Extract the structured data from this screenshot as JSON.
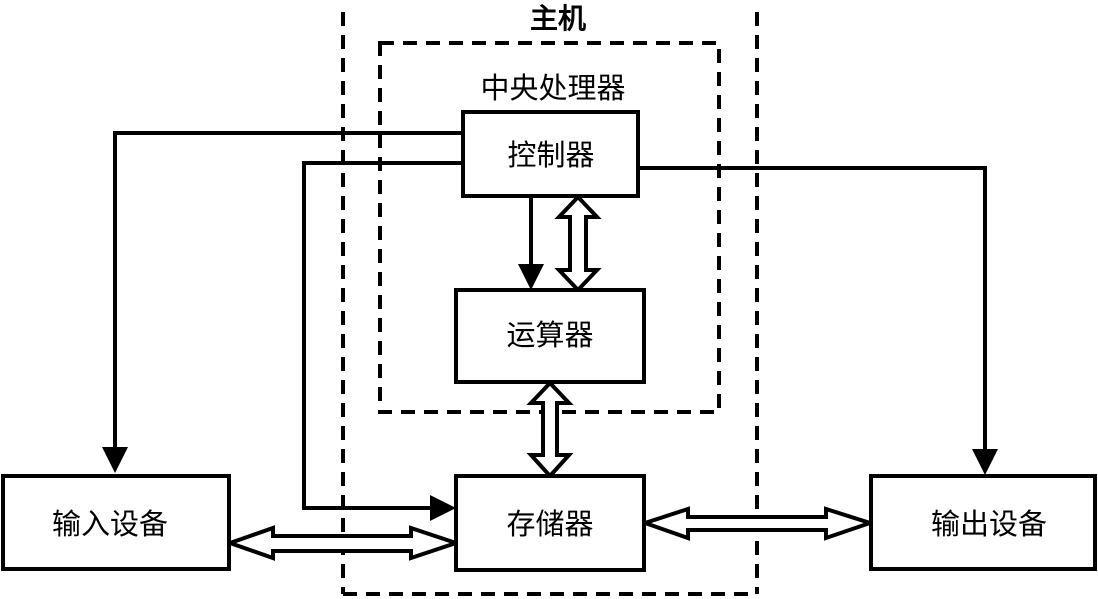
{
  "diagram": {
    "title": "计算机硬件系统结构",
    "groups": {
      "host": {
        "label": "主机",
        "style": "dashed"
      },
      "cpu": {
        "label": "中央处理器",
        "style": "dashed"
      }
    },
    "nodes": {
      "controller": {
        "label": "控制器"
      },
      "alu": {
        "label": "运算器"
      },
      "memory": {
        "label": "存储器"
      },
      "input": {
        "label": "输入设备"
      },
      "output": {
        "label": "输出设备"
      }
    },
    "edges": [
      {
        "from": "controller",
        "to": "input",
        "type": "control",
        "style": "single-arrow"
      },
      {
        "from": "controller",
        "to": "memory",
        "type": "control",
        "style": "single-arrow"
      },
      {
        "from": "controller",
        "to": "alu",
        "type": "control",
        "style": "single-arrow"
      },
      {
        "from": "controller",
        "to": "output",
        "type": "control",
        "style": "single-arrow"
      },
      {
        "from": "controller",
        "to": "alu",
        "type": "data",
        "style": "double-hollow-arrow"
      },
      {
        "from": "alu",
        "to": "memory",
        "type": "data",
        "style": "double-hollow-arrow"
      },
      {
        "from": "input",
        "to": "memory",
        "type": "data",
        "style": "double-hollow-arrow"
      },
      {
        "from": "memory",
        "to": "output",
        "type": "data",
        "style": "double-hollow-arrow"
      }
    ]
  }
}
